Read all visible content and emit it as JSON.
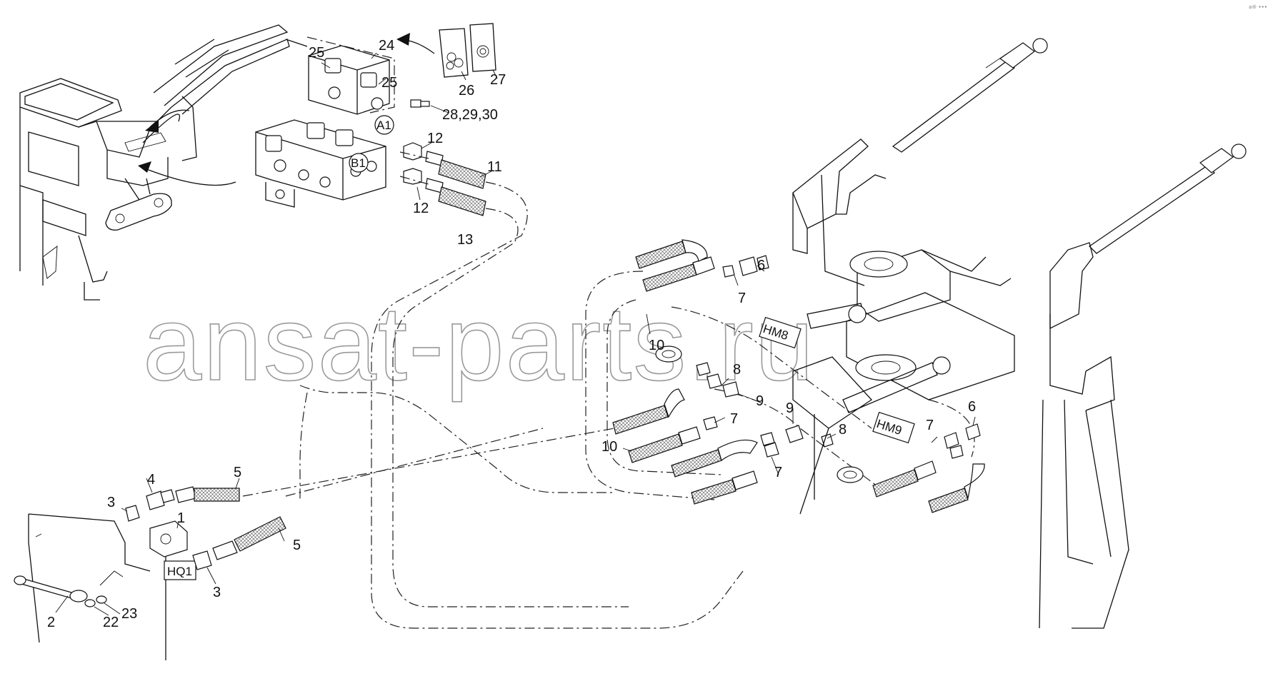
{
  "watermark": "ansat-parts.ru",
  "corner_mark": "a® •••",
  "item_labels": [
    {
      "id": "l24",
      "text": "24"
    },
    {
      "id": "l25a",
      "text": "25"
    },
    {
      "id": "l25b",
      "text": "25"
    },
    {
      "id": "l26",
      "text": "26"
    },
    {
      "id": "l27",
      "text": "27"
    },
    {
      "id": "l28",
      "text": "28,29,30"
    },
    {
      "id": "l12a",
      "text": "12"
    },
    {
      "id": "l12b",
      "text": "12"
    },
    {
      "id": "l11",
      "text": "11"
    },
    {
      "id": "l13",
      "text": "13"
    },
    {
      "id": "l6a",
      "text": "6"
    },
    {
      "id": "l7a",
      "text": "7"
    },
    {
      "id": "l10a",
      "text": "10"
    },
    {
      "id": "l8a",
      "text": "8"
    },
    {
      "id": "l9a",
      "text": "9"
    },
    {
      "id": "l7b",
      "text": "7"
    },
    {
      "id": "l10b",
      "text": "10"
    },
    {
      "id": "l9b",
      "text": "9"
    },
    {
      "id": "l8b",
      "text": "8"
    },
    {
      "id": "l7c",
      "text": "7"
    },
    {
      "id": "l7d",
      "text": "7"
    },
    {
      "id": "l6b",
      "text": "6"
    },
    {
      "id": "l5a",
      "text": "5"
    },
    {
      "id": "l4",
      "text": "4"
    },
    {
      "id": "l3a",
      "text": "3"
    },
    {
      "id": "l1",
      "text": "1"
    },
    {
      "id": "l5b",
      "text": "5"
    },
    {
      "id": "l3b",
      "text": "3"
    },
    {
      "id": "l2",
      "text": "2"
    },
    {
      "id": "l22",
      "text": "22"
    },
    {
      "id": "l23",
      "text": "23"
    }
  ],
  "circle_tags": [
    {
      "id": "A1",
      "text": "A1"
    },
    {
      "id": "B1",
      "text": "B1"
    }
  ],
  "box_tags": [
    {
      "id": "HM8",
      "text": "HM8"
    },
    {
      "id": "HM9",
      "text": "HM9"
    },
    {
      "id": "HQ1",
      "text": "HQ1"
    }
  ]
}
